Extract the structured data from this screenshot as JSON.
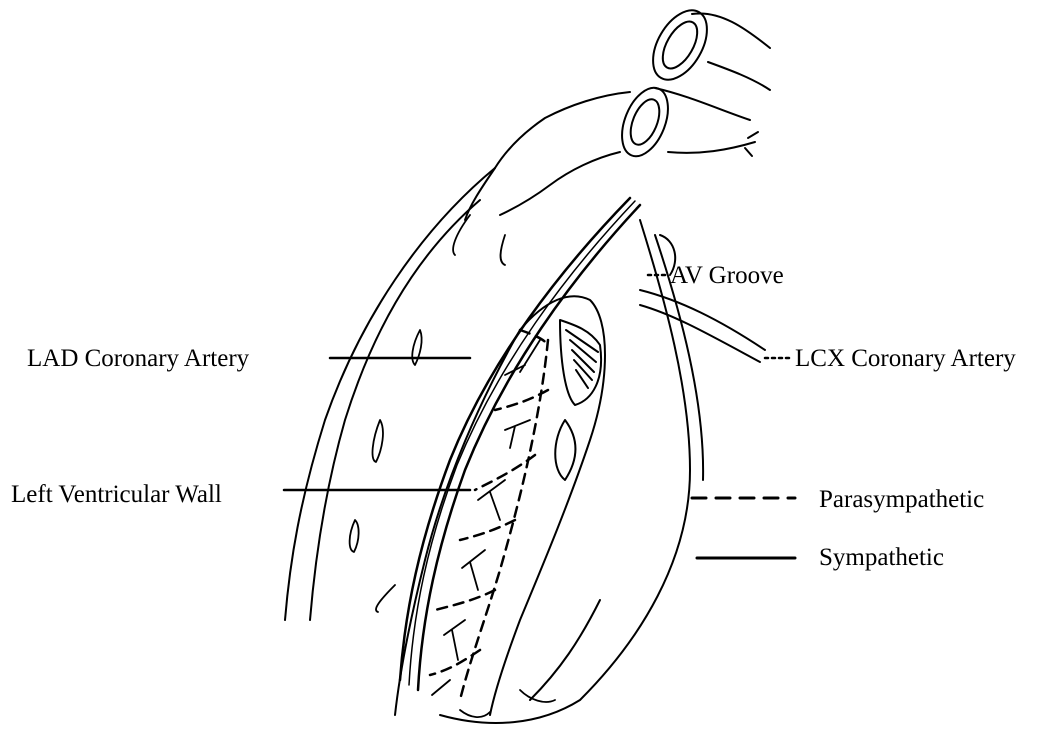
{
  "labels": {
    "av_groove": "AV Groove",
    "lcx": "LCX Coronary Artery",
    "lad": "LAD Coronary Artery",
    "lv_wall": "Left Ventricular Wall"
  },
  "legend": {
    "parasympathetic": "Parasympathetic",
    "sympathetic": "Sympathetic"
  }
}
